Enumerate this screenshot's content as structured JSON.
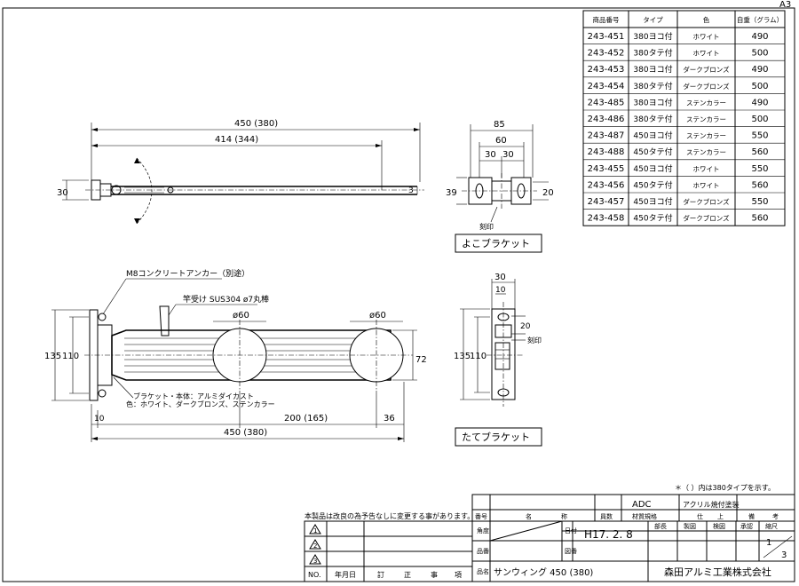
{
  "sheet_size": "A3",
  "spec_table": {
    "headers": [
      "商品番号",
      "タイプ",
      "色",
      "自重（グラム）"
    ],
    "rows": [
      [
        "243-451",
        "380ヨコ付",
        "ホワイト",
        "490"
      ],
      [
        "243-452",
        "380タテ付",
        "ホワイト",
        "500"
      ],
      [
        "243-453",
        "380ヨコ付",
        "ダークブロンズ",
        "490"
      ],
      [
        "243-454",
        "380タテ付",
        "ダークブロンズ",
        "500"
      ],
      [
        "243-485",
        "380ヨコ付",
        "ステンカラー",
        "490"
      ],
      [
        "243-486",
        "380タテ付",
        "ステンカラー",
        "500"
      ],
      [
        "243-487",
        "450ヨコ付",
        "ステンカラー",
        "550"
      ],
      [
        "243-488",
        "450タテ付",
        "ステンカラー",
        "560"
      ],
      [
        "243-455",
        "450ヨコ付",
        "ホワイト",
        "550"
      ],
      [
        "243-456",
        "450タテ付",
        "ホワイト",
        "560"
      ],
      [
        "243-457",
        "450ヨコ付",
        "ダークブロンズ",
        "550"
      ],
      [
        "243-458",
        "450タテ付",
        "ダークブロンズ",
        "560"
      ]
    ]
  },
  "dims": {
    "overall": "450 (380)",
    "inner": "414 (344)",
    "height_side": "30",
    "end_3": "3",
    "y_width": "85",
    "y_60": "60",
    "y_30a": "30",
    "y_30b": "30",
    "y_39": "39",
    "y_20": "20",
    "plan_135": "135",
    "plan_110": "110",
    "plan_72": "72",
    "plan_10": "10",
    "plan_200": "200 (165)",
    "plan_36": "36",
    "plan_overall": "450 (380)",
    "dia1": "ø60",
    "dia2": "ø60",
    "t_30": "30",
    "t_10": "10",
    "t_20": "20",
    "t_135": "135",
    "t_110": "110"
  },
  "labels": {
    "anchor": "M8コンクリートアンカー（別途）",
    "receiver": "竿受け SUS304 ø7丸棒",
    "bracket": "ブラケット・本体：アルミダイカスト",
    "color": "色：ホワイト、ダークブロンズ、ステンカラー",
    "stamp_y": "刻印",
    "stamp_t": "刻印",
    "yoko_title": "よこブラケット",
    "tate_title": "たてブラケット"
  },
  "title_block": {
    "note_380": "＊（ ）内は380タイプを示す。",
    "disclaimer": "本製品は改良の為予告なしに変更する事があります。",
    "material_code": "ADC",
    "finish": "アクリル焼付塗装",
    "col_no": "番号",
    "col_name": "名",
    "col_name2": "称",
    "col_qty": "員数",
    "col_material": "材質規格",
    "col_finish": "仕",
    "col_finish2": "上",
    "col_remarks": "備",
    "col_remarks2": "考",
    "row_kaku": "角度",
    "row_date": "日付",
    "date": "H17. 2. 8",
    "row_part": "品番",
    "row_fig": "図番",
    "row_name": "品名",
    "product_name": "サンウィング 450 (380)",
    "dept": "部長",
    "draw": "製図",
    "check": "検図",
    "approve": "承認",
    "scale": "縮尺",
    "page_top": "1",
    "page_bot": "3",
    "company": "森田アルミ工業株式会社",
    "rev_marks": [
      "1",
      "2",
      "3"
    ],
    "rev_no": "NO.",
    "rev_date": "年月日",
    "rev_fix": "訂",
    "rev_fix2": "正",
    "rev_fix3": "事",
    "rev_fix4": "項"
  }
}
